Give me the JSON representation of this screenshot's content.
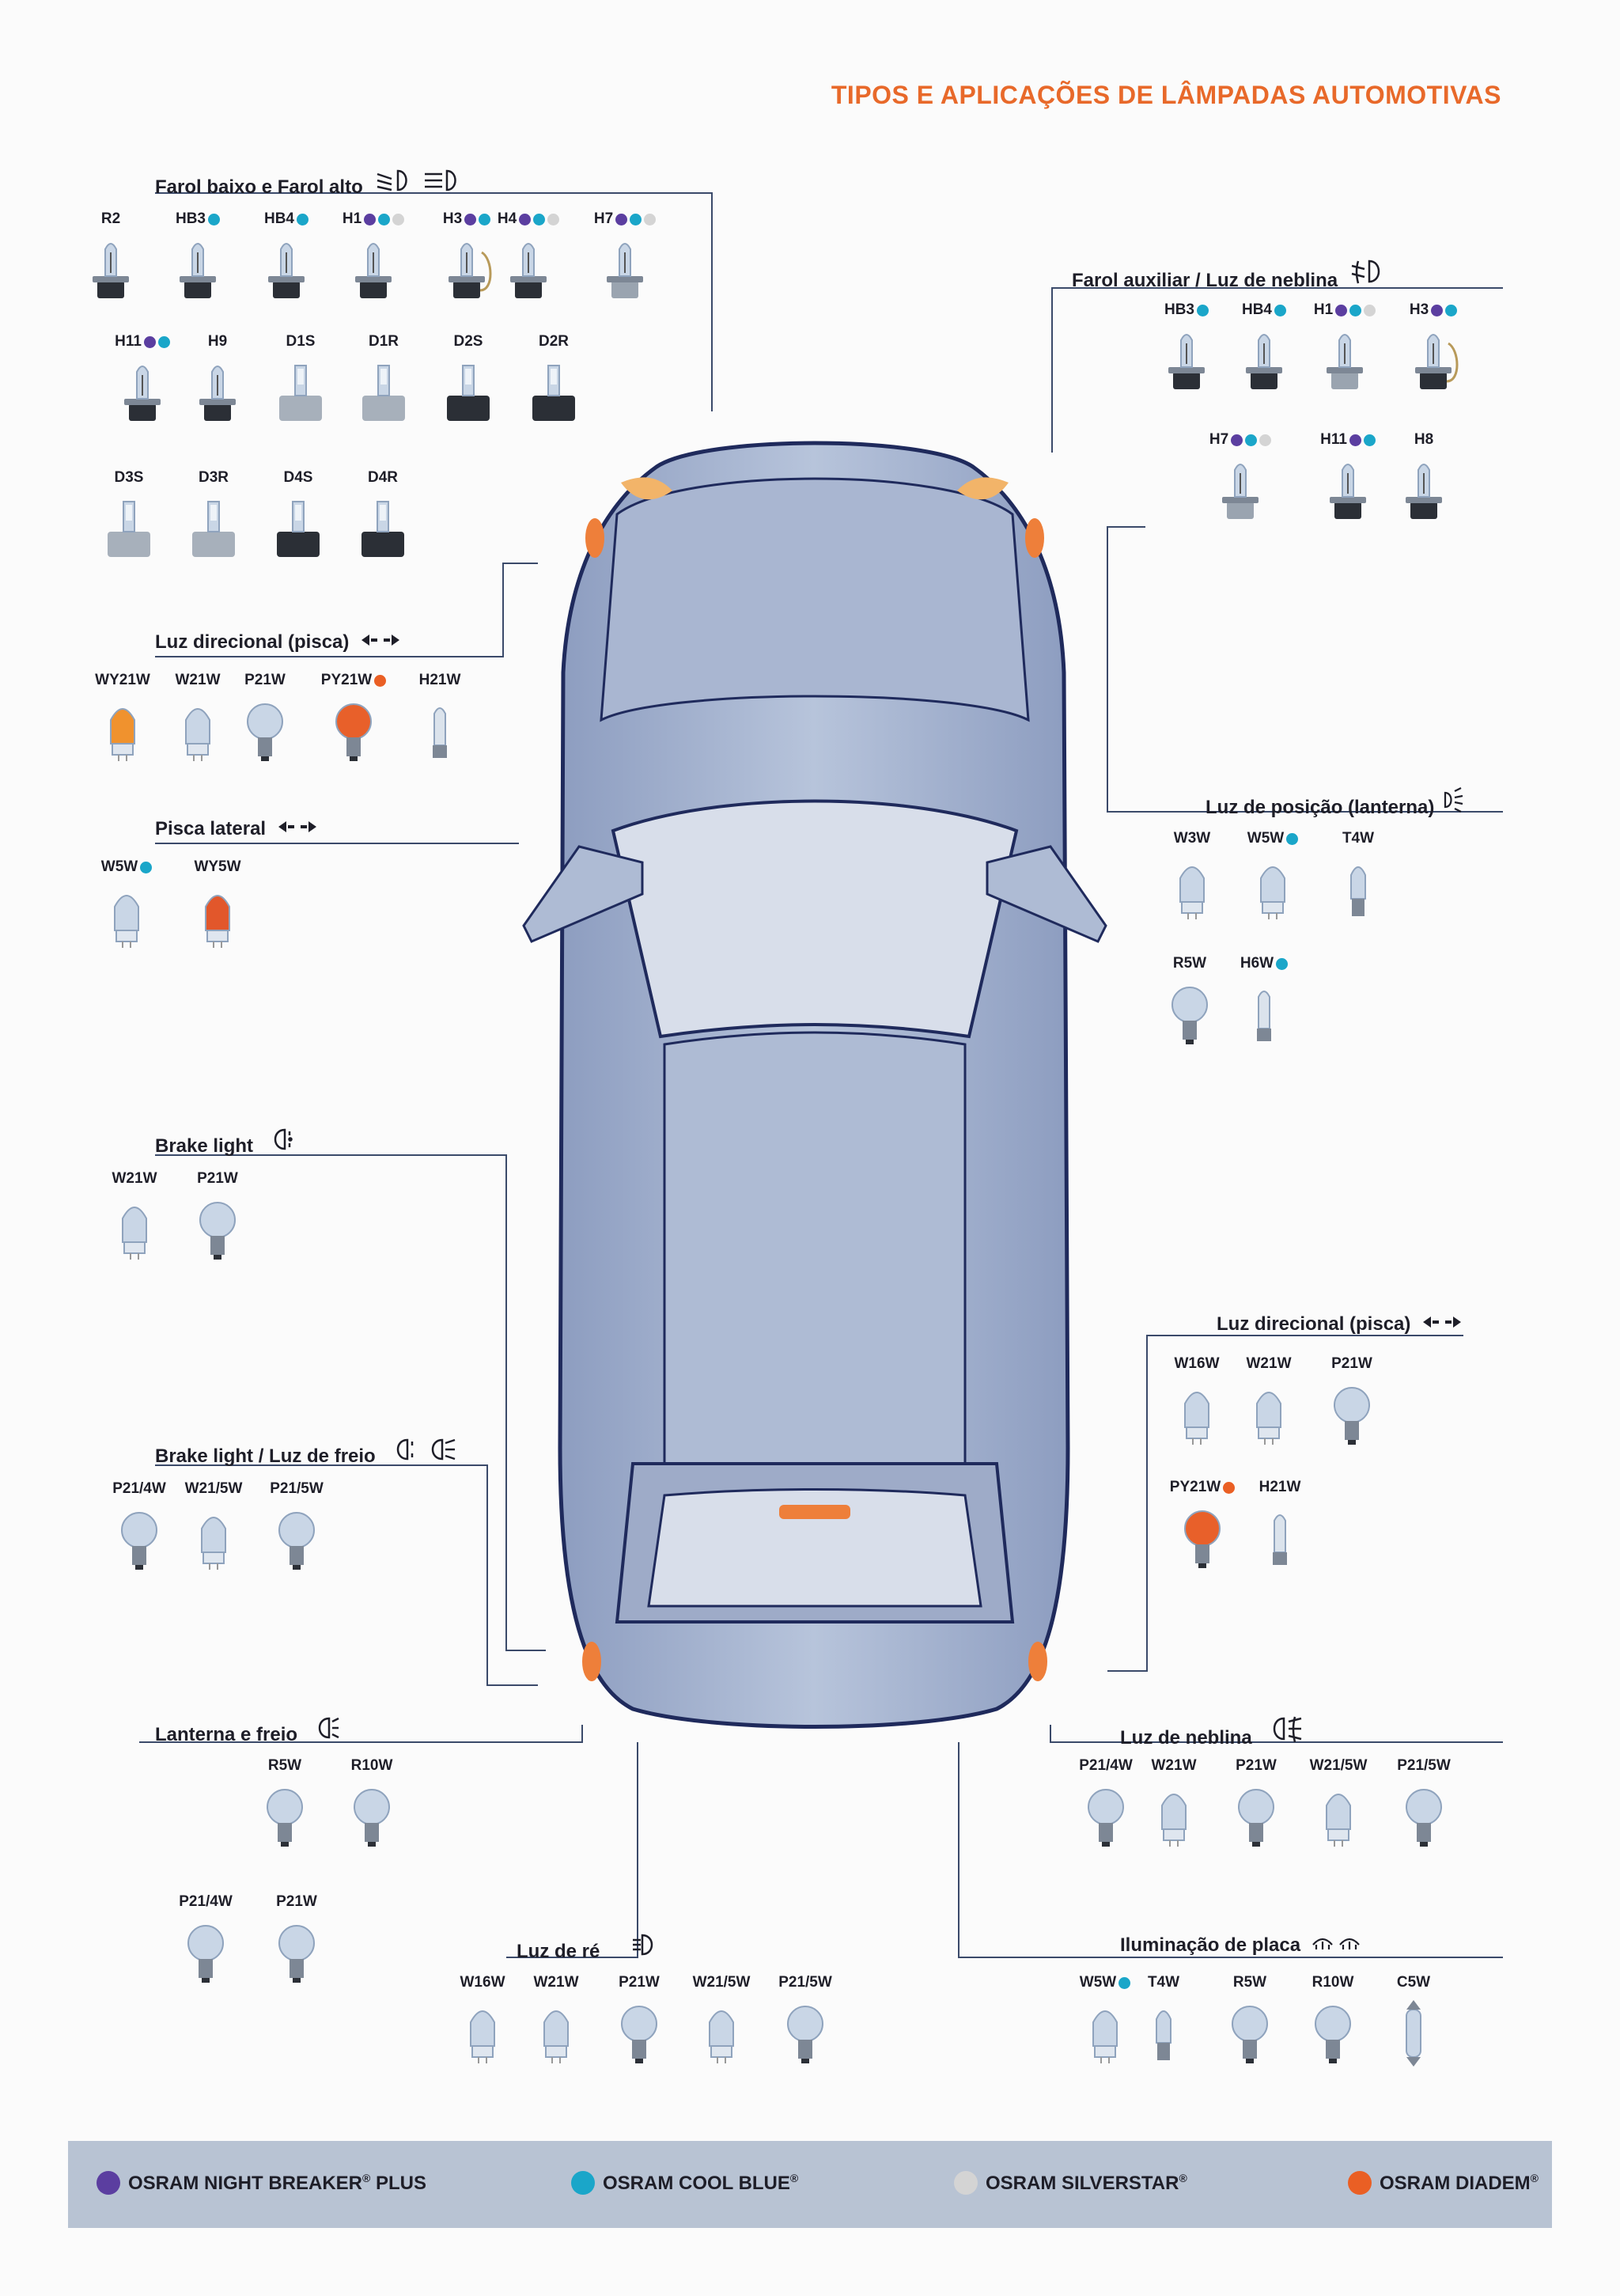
{
  "title": "TIPOS E APLICAÇÕES DE LÂMPADAS AUTOMOTIVAS",
  "colors": {
    "night_breaker": "#5b3ea0",
    "cool_blue": "#1aa6c9",
    "silverstar": "#d4d4d4",
    "diadem": "#ea5f24"
  },
  "sections": {
    "farol": {
      "title": "Farol baixo e Farol alto",
      "icon": "headlight-low-high-icon",
      "bulbs": [
        {
          "label": "R2",
          "dots": [],
          "type": "halogen-dark"
        },
        {
          "label": "HB3",
          "dots": [
            "cool_blue"
          ],
          "type": "halogen-dark"
        },
        {
          "label": "HB4",
          "dots": [
            "cool_blue"
          ],
          "type": "halogen-dark"
        },
        {
          "label": "H1",
          "dots": [
            "night_breaker",
            "cool_blue",
            "silverstar"
          ],
          "type": "halogen-dark"
        },
        {
          "label": "H3",
          "dots": [
            "night_breaker",
            "cool_blue"
          ],
          "type": "halogen-wire"
        },
        {
          "label": "H4",
          "dots": [
            "night_breaker",
            "cool_blue",
            "silverstar"
          ],
          "type": "halogen-dark"
        },
        {
          "label": "H7",
          "dots": [
            "night_breaker",
            "cool_blue",
            "silverstar"
          ],
          "type": "halogen-light"
        },
        {
          "label": "H11",
          "dots": [
            "night_breaker",
            "cool_blue"
          ],
          "type": "halogen-dark"
        },
        {
          "label": "H9",
          "dots": [],
          "type": "halogen-dark"
        },
        {
          "label": "D1S",
          "dots": [],
          "type": "xenon-light"
        },
        {
          "label": "D1R",
          "dots": [],
          "type": "xenon-light"
        },
        {
          "label": "D2S",
          "dots": [],
          "type": "xenon-dark"
        },
        {
          "label": "D2R",
          "dots": [],
          "type": "xenon-dark"
        },
        {
          "label": "D3S",
          "dots": [],
          "type": "xenon-light"
        },
        {
          "label": "D3R",
          "dots": [],
          "type": "xenon-light"
        },
        {
          "label": "D4S",
          "dots": [],
          "type": "xenon-dark"
        },
        {
          "label": "D4R",
          "dots": [],
          "type": "xenon-dark"
        }
      ]
    },
    "direcional_esq": {
      "title": "Luz direcional (pisca)",
      "icon": "turn-signal-arrows-icon",
      "bulbs": [
        {
          "label": "WY21W",
          "dots": [],
          "type": "wedge-amber"
        },
        {
          "label": "W21W",
          "dots": [],
          "type": "wedge"
        },
        {
          "label": "P21W",
          "dots": [],
          "type": "bayonet"
        },
        {
          "label": "PY21W",
          "dots": [
            "diadem"
          ],
          "type": "bayonet-amber"
        },
        {
          "label": "H21W",
          "dots": [],
          "type": "small-halogen"
        }
      ]
    },
    "pisca_lateral": {
      "title": "Pisca lateral",
      "icon": "turn-signal-arrows-icon",
      "bulbs": [
        {
          "label": "W5W",
          "dots": [
            "cool_blue"
          ],
          "type": "wedge"
        },
        {
          "label": "WY5W",
          "dots": [],
          "type": "wedge-red"
        }
      ]
    },
    "brake_light": {
      "title": "Brake light",
      "icon": "brake-light-icon",
      "bulbs": [
        {
          "label": "W21W",
          "dots": [],
          "type": "wedge"
        },
        {
          "label": "P21W",
          "dots": [],
          "type": "bayonet"
        }
      ]
    },
    "brake_freio": {
      "title": "Brake light / Luz de freio",
      "icon": "brake-light-icon",
      "bulbs": [
        {
          "label": "P21/4W",
          "dots": [],
          "type": "bayonet"
        },
        {
          "label": "W21/5W",
          "dots": [],
          "type": "wedge"
        },
        {
          "label": "P21/5W",
          "dots": [],
          "type": "bayonet"
        }
      ]
    },
    "lanterna_freio": {
      "title": "Lanterna e freio",
      "icon": "tail-light-icon",
      "bulbs": [
        {
          "label": "R5W",
          "dots": [],
          "type": "bayonet"
        },
        {
          "label": "R10W",
          "dots": [],
          "type": "bayonet"
        },
        {
          "label": "P21/4W",
          "dots": [],
          "type": "bayonet"
        },
        {
          "label": "P21W",
          "dots": [],
          "type": "bayonet"
        }
      ]
    },
    "re": {
      "title": "Luz de ré",
      "icon": "reverse-light-icon",
      "bulbs": [
        {
          "label": "W16W",
          "dots": [],
          "type": "wedge"
        },
        {
          "label": "W21W",
          "dots": [],
          "type": "wedge"
        },
        {
          "label": "P21W",
          "dots": [],
          "type": "bayonet"
        },
        {
          "label": "W21/5W",
          "dots": [],
          "type": "wedge"
        },
        {
          "label": "P21/5W",
          "dots": [],
          "type": "bayonet"
        }
      ]
    },
    "auxiliar": {
      "title": "Farol auxiliar / Luz de neblina",
      "icon": "fog-light-icon",
      "bulbs": [
        {
          "label": "HB3",
          "dots": [
            "cool_blue"
          ],
          "type": "halogen-dark"
        },
        {
          "label": "HB4",
          "dots": [
            "cool_blue"
          ],
          "type": "halogen-dark"
        },
        {
          "label": "H1",
          "dots": [
            "night_breaker",
            "cool_blue",
            "silverstar"
          ],
          "type": "halogen-light"
        },
        {
          "label": "H3",
          "dots": [
            "night_breaker",
            "cool_blue"
          ],
          "type": "halogen-wire"
        },
        {
          "label": "H7",
          "dots": [
            "night_breaker",
            "cool_blue",
            "silverstar"
          ],
          "type": "halogen-light"
        },
        {
          "label": "H11",
          "dots": [
            "night_breaker",
            "cool_blue"
          ],
          "type": "halogen-dark"
        },
        {
          "label": "H8",
          "dots": [],
          "type": "halogen-dark"
        }
      ]
    },
    "posicao": {
      "title": "Luz de posição (lanterna)",
      "icon": "position-light-icon",
      "bulbs": [
        {
          "label": "W3W",
          "dots": [],
          "type": "wedge"
        },
        {
          "label": "W5W",
          "dots": [
            "cool_blue"
          ],
          "type": "wedge"
        },
        {
          "label": "T4W",
          "dots": [],
          "type": "small-bayonet"
        },
        {
          "label": "R5W",
          "dots": [],
          "type": "bayonet"
        },
        {
          "label": "H6W",
          "dots": [
            "cool_blue"
          ],
          "type": "small-halogen"
        }
      ]
    },
    "direcional_dir": {
      "title": "Luz direcional (pisca)",
      "icon": "turn-signal-arrows-icon",
      "bulbs": [
        {
          "label": "W16W",
          "dots": [],
          "type": "wedge"
        },
        {
          "label": "W21W",
          "dots": [],
          "type": "wedge"
        },
        {
          "label": "P21W",
          "dots": [],
          "type": "bayonet"
        },
        {
          "label": "PY21W",
          "dots": [
            "diadem"
          ],
          "type": "bayonet-amber"
        },
        {
          "label": "H21W",
          "dots": [],
          "type": "small-halogen"
        }
      ]
    },
    "neblina": {
      "title": "Luz de neblina",
      "icon": "rear-fog-light-icon",
      "bulbs": [
        {
          "label": "P21/4W",
          "dots": [],
          "type": "bayonet"
        },
        {
          "label": "W21W",
          "dots": [],
          "type": "wedge"
        },
        {
          "label": "P21W",
          "dots": [],
          "type": "bayonet"
        },
        {
          "label": "W21/5W",
          "dots": [],
          "type": "wedge"
        },
        {
          "label": "P21/5W",
          "dots": [],
          "type": "bayonet"
        }
      ]
    },
    "placa": {
      "title": "Iluminação de placa",
      "icon": "license-plate-light-icon",
      "bulbs": [
        {
          "label": "W5W",
          "dots": [
            "cool_blue"
          ],
          "type": "wedge"
        },
        {
          "label": "T4W",
          "dots": [],
          "type": "small-bayonet"
        },
        {
          "label": "R5W",
          "dots": [],
          "type": "bayonet"
        },
        {
          "label": "R10W",
          "dots": [],
          "type": "bayonet"
        },
        {
          "label": "C5W",
          "dots": [],
          "type": "festoon"
        }
      ]
    }
  },
  "legend": [
    {
      "key": "night_breaker",
      "label": "OSRAM NIGHT BREAKER",
      "mark": "®",
      "suffix": " PLUS"
    },
    {
      "key": "cool_blue",
      "label": "OSRAM COOL BLUE",
      "mark": "®",
      "suffix": ""
    },
    {
      "key": "silverstar",
      "label": "OSRAM SILVERSTAR",
      "mark": "®",
      "suffix": ""
    },
    {
      "key": "diadem",
      "label": "OSRAM DIADEM",
      "mark": "®",
      "suffix": ""
    }
  ]
}
